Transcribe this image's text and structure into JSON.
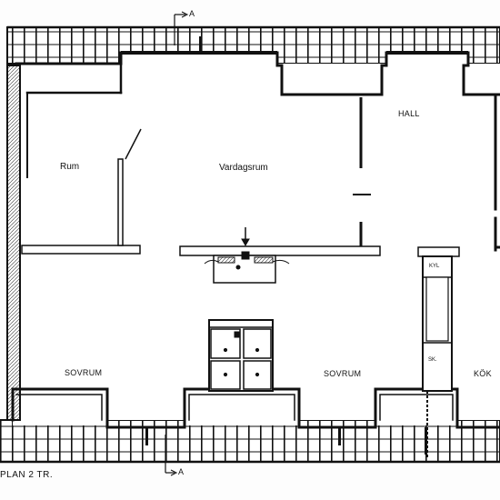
{
  "plan": {
    "caption": "PLAN 2 TR.",
    "section_marker": "A",
    "rooms": {
      "rum": "Rum",
      "vardagsrum": "Vardagsrum",
      "hall": "HALL",
      "sovrum_left": "SOVRUM",
      "sovrum_mid": "SOVRUM",
      "kok": "KÖK",
      "kyl": "KYL",
      "sk": "SK."
    }
  }
}
